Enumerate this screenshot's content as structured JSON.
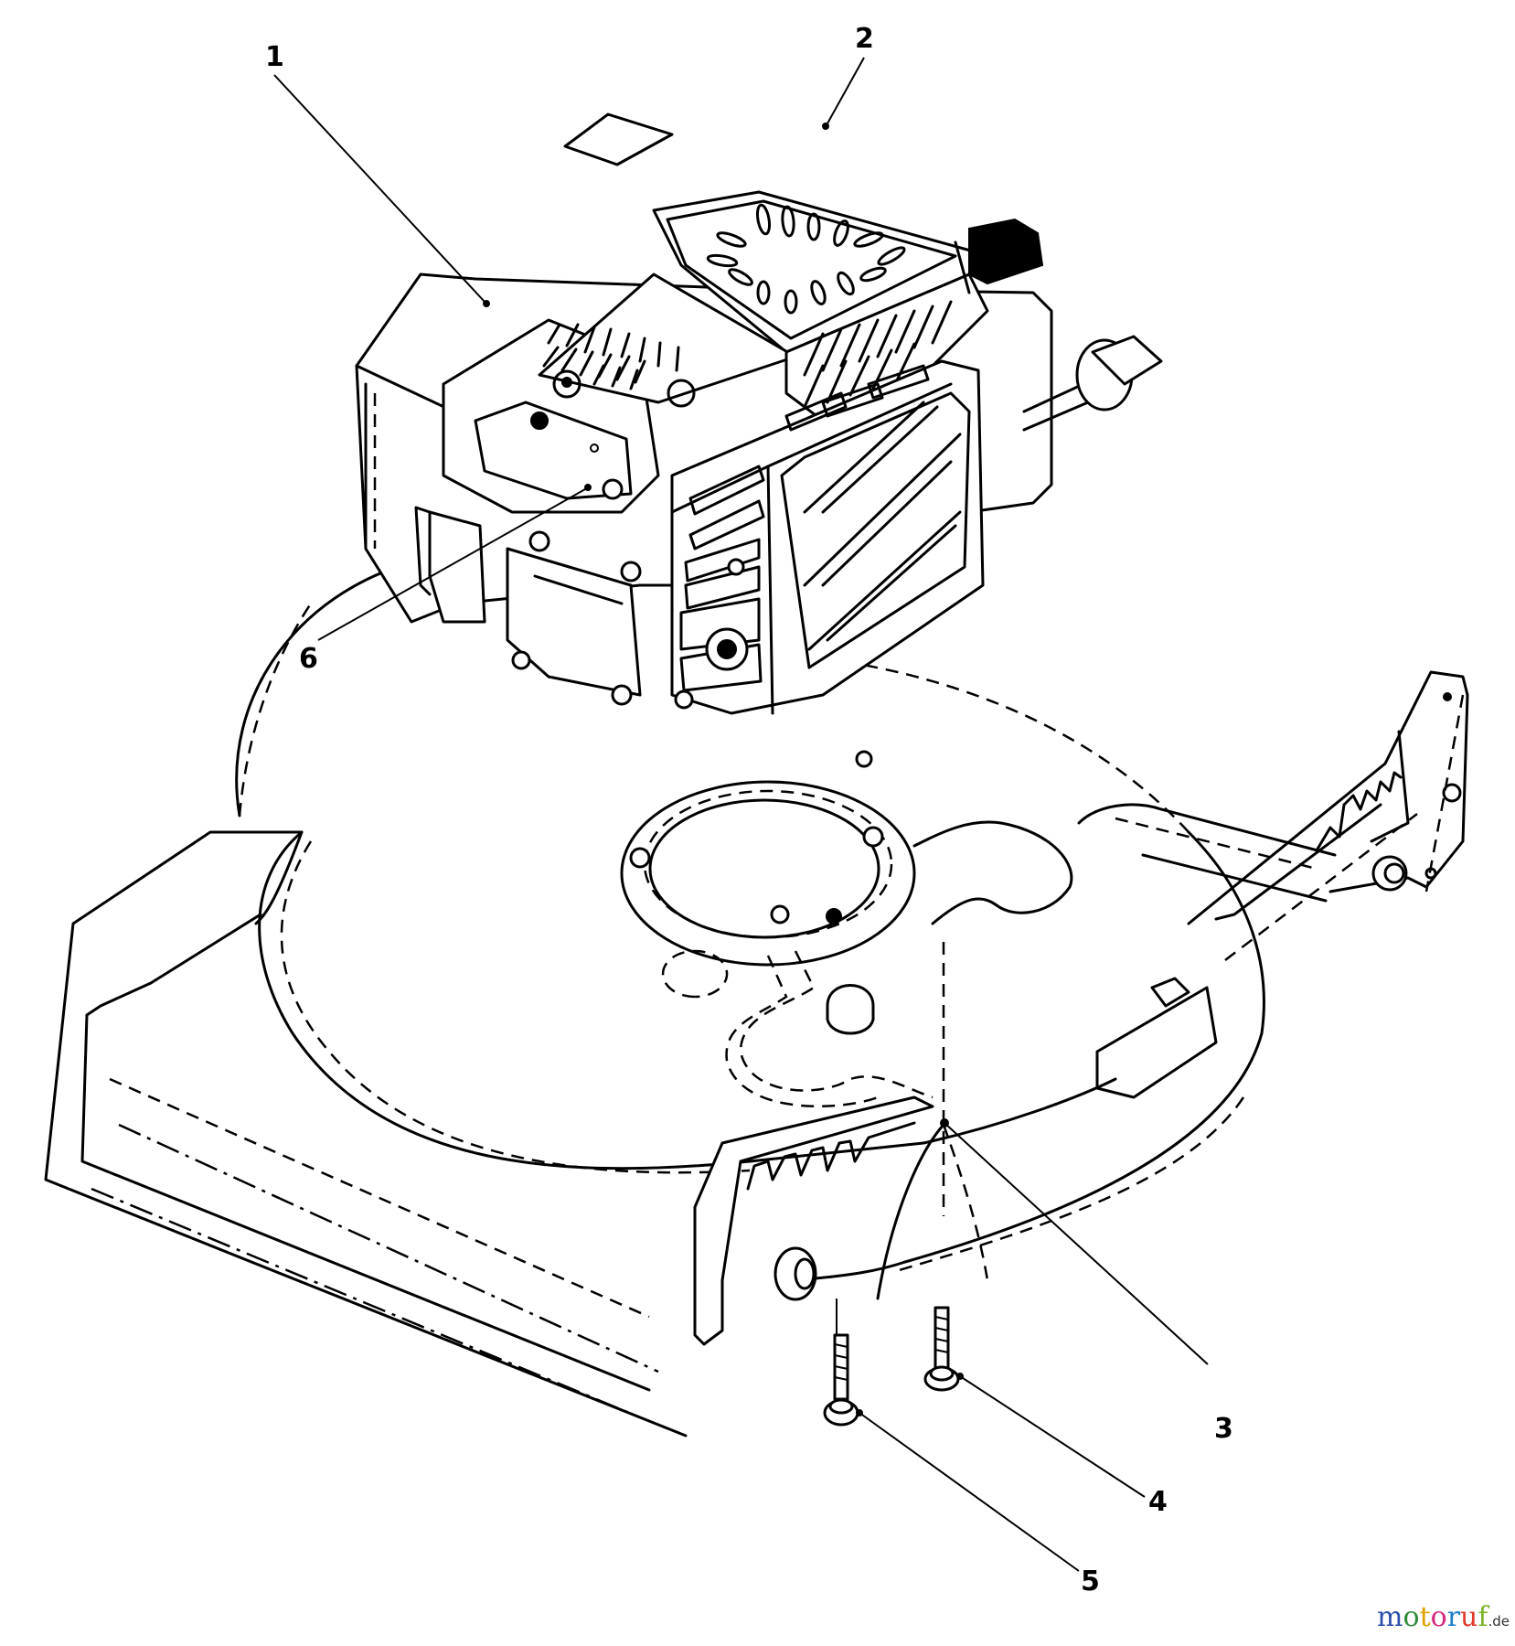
{
  "diagram": {
    "subject": "Lawn mower engine and housing assembly (exploded parts view)",
    "callouts": [
      {
        "number": "1",
        "part": "engine"
      },
      {
        "number": "2",
        "part": "decal"
      },
      {
        "number": "3",
        "part": "housing attachment point"
      },
      {
        "number": "4",
        "part": "screw (short)"
      },
      {
        "number": "5",
        "part": "screw (long)"
      },
      {
        "number": "6",
        "part": "engine label"
      }
    ],
    "icons": {
      "decal": "parallelogram-decal-icon",
      "bolt": "bolt-icon"
    },
    "colors": {
      "line": "#000000",
      "background": "#ffffff"
    }
  },
  "watermark": {
    "brand": "motoruf",
    "suffix": ".de",
    "letter_colors": [
      "#2b4fa8",
      "#2e8b3a",
      "#e0a200",
      "#d6287d",
      "#1d7fc9",
      "#e23b2e",
      "#7cb32c"
    ]
  }
}
